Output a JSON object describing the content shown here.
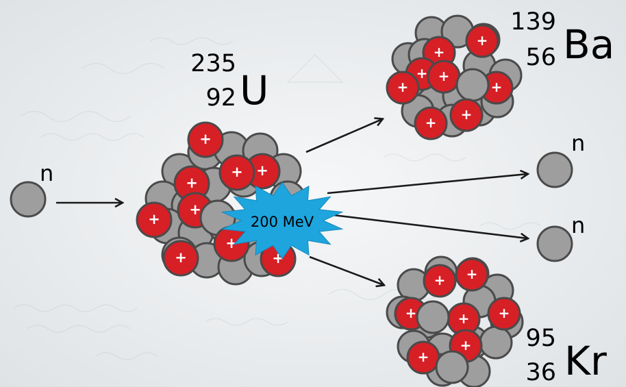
{
  "uranium": {
    "mass": "235",
    "atomic": "92",
    "symbol": "U"
  },
  "barium": {
    "mass": "139",
    "atomic": "56",
    "symbol": "Ba"
  },
  "krypton": {
    "mass": "95",
    "atomic": "36",
    "symbol": "Kr"
  },
  "neutron_label": "n",
  "energy_label": "200 MeV",
  "proton_sign": "+",
  "colors": {
    "background": "#eef0f2",
    "neutron": "#9e9e9e",
    "proton": "#d71f26",
    "outline": "#4a4a4a",
    "energy": "#1ea5de",
    "arrow": "#1a1a1a"
  }
}
